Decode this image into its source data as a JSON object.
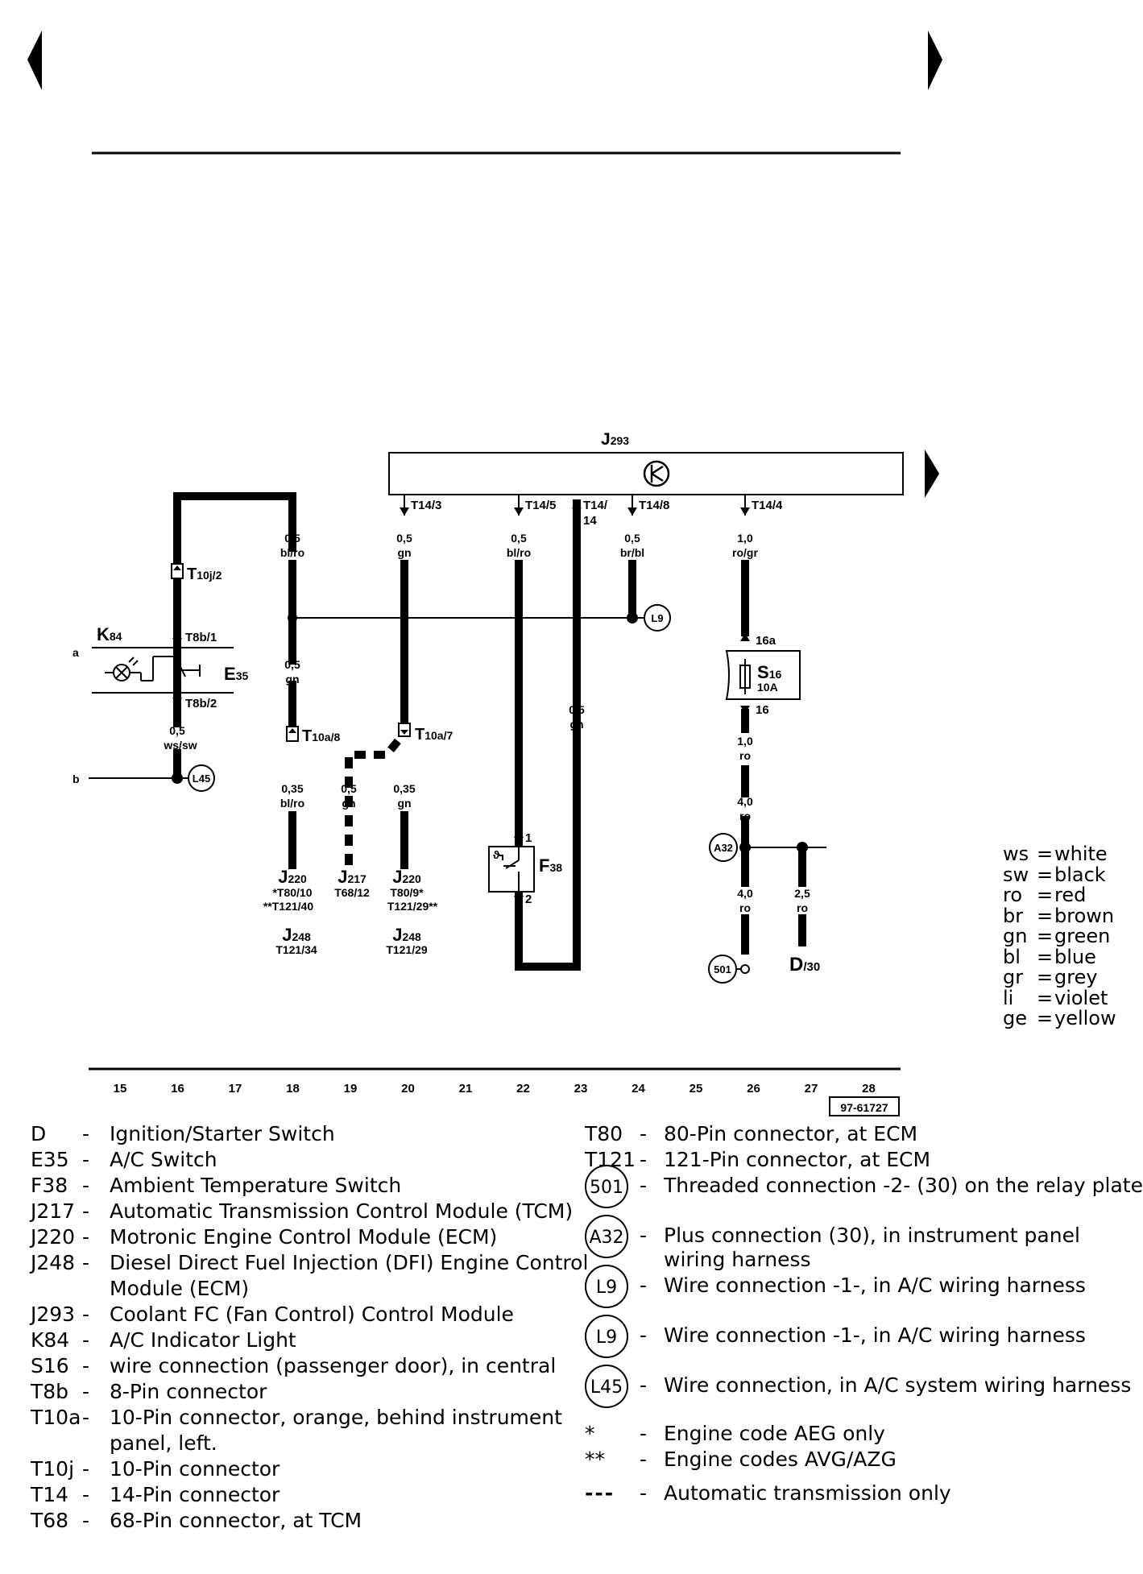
{
  "nav": {
    "prev_icon": "arrow-left-icon",
    "next_icon": "arrow-right-icon"
  },
  "diagram": {
    "J293": "J",
    "J293_sub": "293",
    "fan_symbol": "fan-icon",
    "pins": {
      "t14_3": "T14/3",
      "t14_5": "T14/5",
      "t14_14a": "T14/",
      "t14_14b": "14",
      "t14_8": "T14/8",
      "t14_4": "T14/4",
      "t10j": "T",
      "t10j_sub": "10j/2",
      "t8b1": "T8b/1",
      "t8b2": "T8b/2",
      "t10a8": "T",
      "t10a8_sub": "10a/8",
      "t10a7": "T",
      "t10a7_sub": "10a/7",
      "s16_16a": "16a",
      "s16_16": "16",
      "f38_1": "1",
      "f38_2": "2"
    },
    "wires": {
      "w18a": "0,5",
      "w18b": "bl/ro",
      "w20a": "0,5",
      "w20b": "gn",
      "w22a": "0,5",
      "w22b": "bl/ro",
      "w24a": "0,5",
      "w24b": "br/bl",
      "w26a": "1,0",
      "w26b": "ro/gr",
      "w18c": "0,5",
      "w18d": "gn",
      "w16a": "0,5",
      "w16b": "ws/sw",
      "w23a": "0,5",
      "w23b": "gn",
      "w26c": "1,0",
      "w26d": "ro",
      "w26e": "4,0",
      "w26f": "ro",
      "w18e": "0,35",
      "w18f": "bl/ro",
      "w19a": "0,5",
      "w19b": "gn",
      "w20c": "0,35",
      "w20d": "gn",
      "w26g": "4,0",
      "w26h": "ro",
      "w27a": "2,5",
      "w27b": "ro"
    },
    "components": {
      "K84": "K",
      "K84_sub": "84",
      "E35": "E",
      "E35_sub": "35",
      "S16": "S",
      "S16_sub": "16",
      "S16_rating": "10A",
      "F38": "F",
      "F38_sub": "38",
      "D": "D",
      "D_sub": "/30",
      "a": "a",
      "b": "b",
      "J220a": "J",
      "J220a_sub": "220",
      "J220a_p1": "*T80/10",
      "J220a_p2": "**T121/40",
      "J248a": "J",
      "J248a_sub": "248",
      "J248a_p": "T121/34",
      "J217": "J",
      "J217_sub": "217",
      "J217_p": "T68/12",
      "J220b": "J",
      "J220b_sub": "220",
      "J220b_p1": "T80/9*",
      "J220b_p2": "T121/29**",
      "J248b": "J",
      "J248b_sub": "248",
      "J248b_p": "T121/29"
    },
    "connectors": {
      "L9": "L9",
      "L45": "L45",
      "A32": "A32",
      "c501": "501"
    },
    "scale": [
      "15",
      "16",
      "17",
      "18",
      "19",
      "20",
      "21",
      "22",
      "23",
      "24",
      "25",
      "26",
      "27",
      "28"
    ],
    "ref": "97-61727"
  },
  "colors": [
    {
      "abbr": "ws",
      "name": "white"
    },
    {
      "abbr": "sw",
      "name": "black"
    },
    {
      "abbr": "ro",
      "name": "red"
    },
    {
      "abbr": "br",
      "name": "brown"
    },
    {
      "abbr": "gn",
      "name": "green"
    },
    {
      "abbr": "bl",
      "name": "blue"
    },
    {
      "abbr": "gr",
      "name": "grey"
    },
    {
      "abbr": "li",
      "name": "violet"
    },
    {
      "abbr": "ge",
      "name": "yellow"
    }
  ],
  "legend_left": [
    {
      "code": "D",
      "desc": "Ignition/Starter Switch"
    },
    {
      "code": "E35",
      "desc": "A/C Switch"
    },
    {
      "code": "F38",
      "desc": "Ambient Temperature Switch"
    },
    {
      "code": "J217",
      "desc": "Automatic Transmission Control Module (TCM)"
    },
    {
      "code": "J220",
      "desc": "Motronic Engine Control Module (ECM)"
    },
    {
      "code": "J248",
      "desc": "Diesel Direct Fuel Injection (DFI) Engine Control",
      "desc2": "Module (ECM)"
    },
    {
      "code": "J293",
      "desc": "Coolant FC (Fan Control) Control Module"
    },
    {
      "code": "K84",
      "desc": "A/C Indicator Light"
    },
    {
      "code": "S16",
      "desc": " wire connection (passenger door), in central"
    },
    {
      "code": "T8b",
      "desc": "8-Pin connector"
    },
    {
      "code": "T10a",
      "desc": "10-Pin connector, orange, behind instrument",
      "desc2": "panel, left."
    },
    {
      "code": "T10j",
      "desc": "10-Pin connector"
    },
    {
      "code": "T14",
      "desc": "14-Pin connector"
    },
    {
      "code": "T68",
      "desc": "68-Pin connector, at TCM"
    }
  ],
  "legend_right": [
    {
      "code": "T80",
      "desc": "80-Pin connector, at ECM"
    },
    {
      "code": "T121",
      "desc": "121-Pin connector, at ECM"
    },
    {
      "circle": "501",
      "desc": "Threaded connection -2- (30) on the relay plate"
    },
    {
      "circle": "A32",
      "desc": "Plus connection (30), in instrument panel",
      "desc2": "wiring harness"
    },
    {
      "circle": "L9",
      "desc": "Wire connection -1-, in A/C wiring harness"
    },
    {
      "circle": "L9",
      "desc": "Wire connection -1-, in A/C wiring harness"
    },
    {
      "circle": "L45",
      "desc": "Wire connection, in A/C system wiring harness"
    },
    {
      "code": "*",
      "desc": "Engine code AEG only"
    },
    {
      "code": "**",
      "desc": "Engine codes AVG/AZG"
    },
    {
      "code": "---",
      "desc": "Automatic transmission only"
    }
  ]
}
